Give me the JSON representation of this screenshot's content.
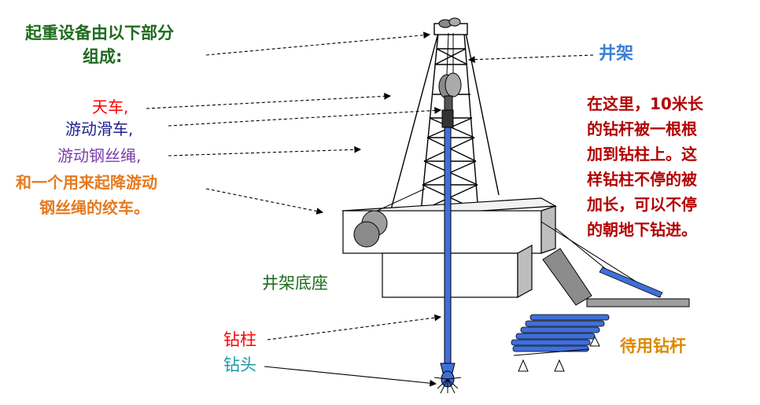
{
  "intro": {
    "line1": "起重设备由以下部分",
    "line2": "组成:"
  },
  "parts": {
    "crown_block": "天车,",
    "traveling_block": "游动滑车,",
    "wire_rope": "游动钢丝绳,",
    "drawworks_line1": "和一个用来起降游动",
    "drawworks_line2": "钢丝绳的绞车。"
  },
  "derrick_label": "井架",
  "substructure_label": "井架底座",
  "drill_string_label": "钻柱",
  "drill_bit_label": "钻头",
  "spare_pipe_label": "待用钻杆",
  "note": {
    "line1": "在这里，10米长",
    "line2": "的钻杆被一根根",
    "line3": "加到钻柱上。这",
    "line4": "样钻柱不停的被",
    "line5": "加长，可以不停",
    "line6": "的朝地下钻进。"
  },
  "colors": {
    "intro": "#1e6b1e",
    "crown_block": "#ff0000",
    "traveling_block": "#1f1f8f",
    "wire_rope": "#7a3fa8",
    "drawworks": "#e67a1f",
    "derrick": "#3a7fd5",
    "substructure": "#1e6b1e",
    "drill_string": "#ff0000",
    "drill_bit": "#1a9aa8",
    "spare_pipe": "#d98a00",
    "note": "#b30000",
    "pipe_blue": "#3f6fd9"
  }
}
